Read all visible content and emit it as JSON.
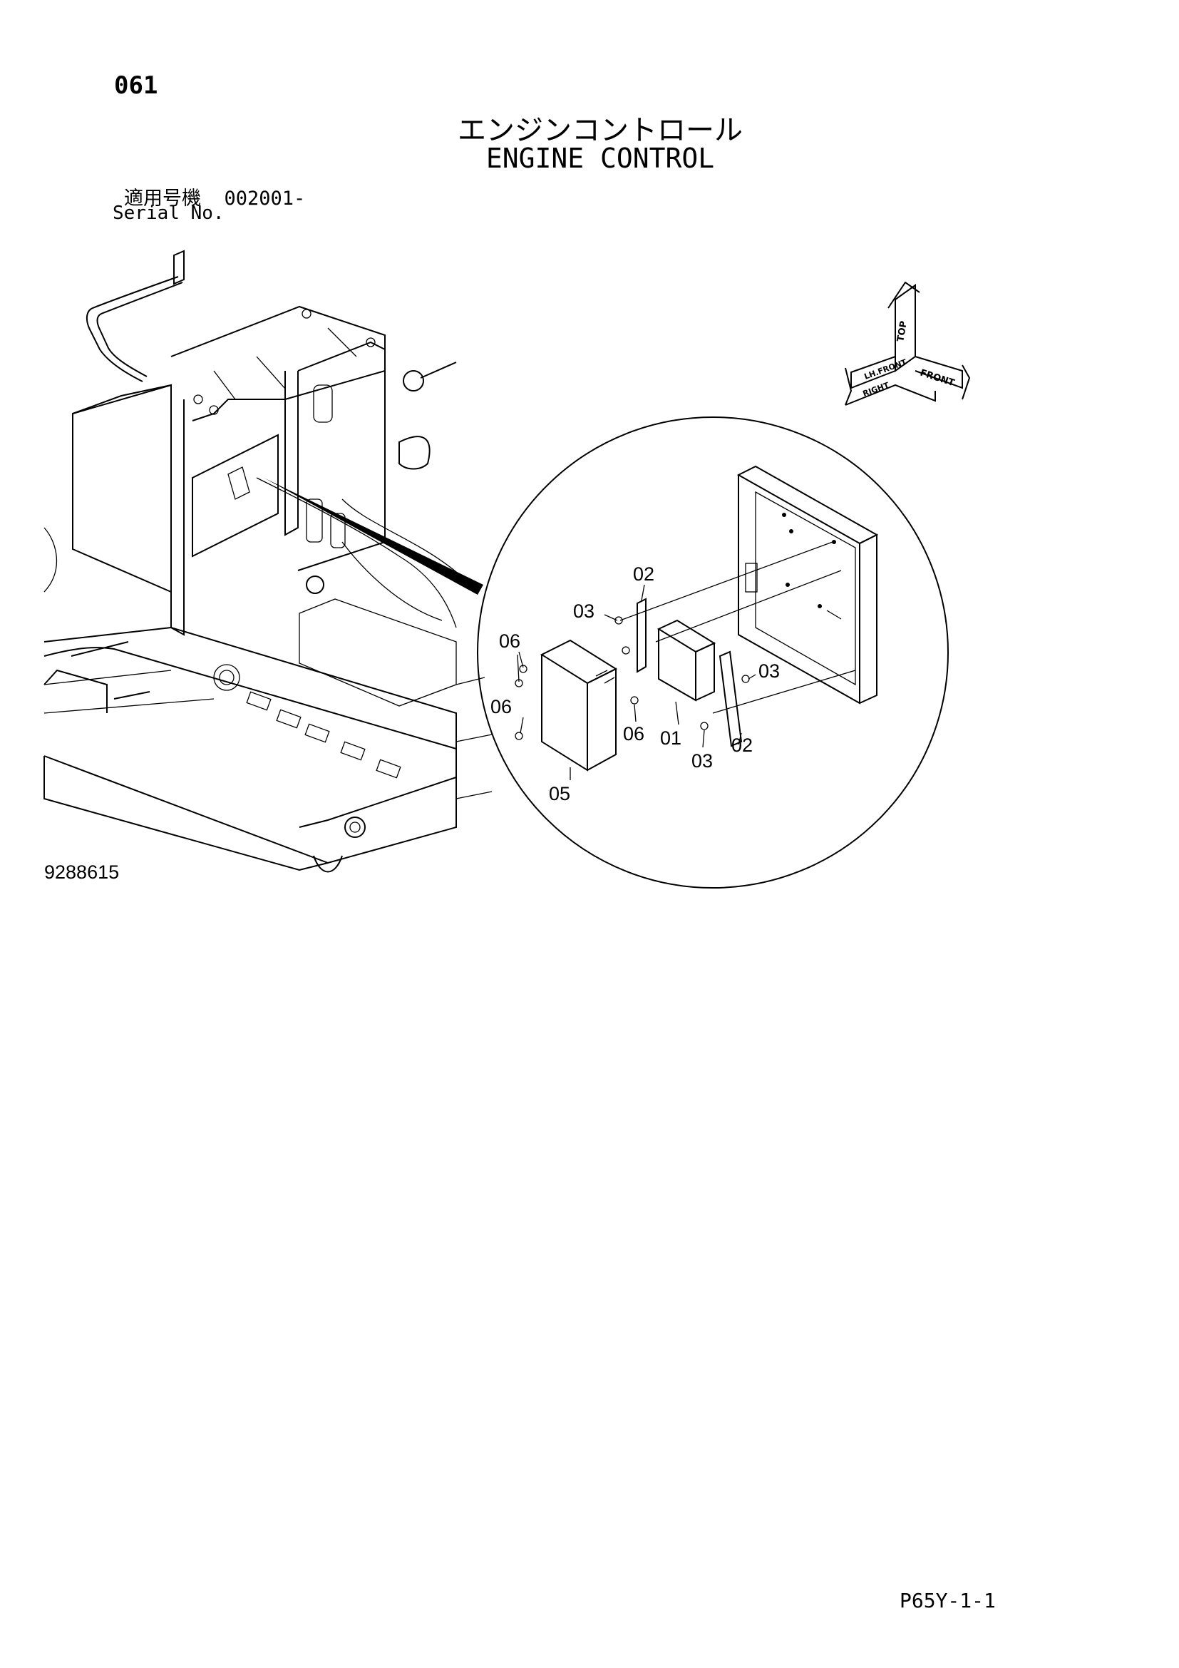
{
  "header": {
    "page_code": "061",
    "title_ja": "エンジンコントロール",
    "title_en": "ENGINE CONTROL",
    "serial_label_ja": "適用号機",
    "serial_value": "002001-",
    "serial_label_en": "Serial No."
  },
  "direction_indicator": {
    "labels": [
      "TOP",
      "LH.FRONT",
      "FRONT",
      "RIGHT"
    ]
  },
  "callouts": [
    "02",
    "03",
    "06",
    "03",
    "06",
    "06",
    "01",
    "03",
    "02",
    "05"
  ],
  "footer": {
    "drawing_id": "9288615",
    "page_ref": "P65Y-1-1"
  }
}
